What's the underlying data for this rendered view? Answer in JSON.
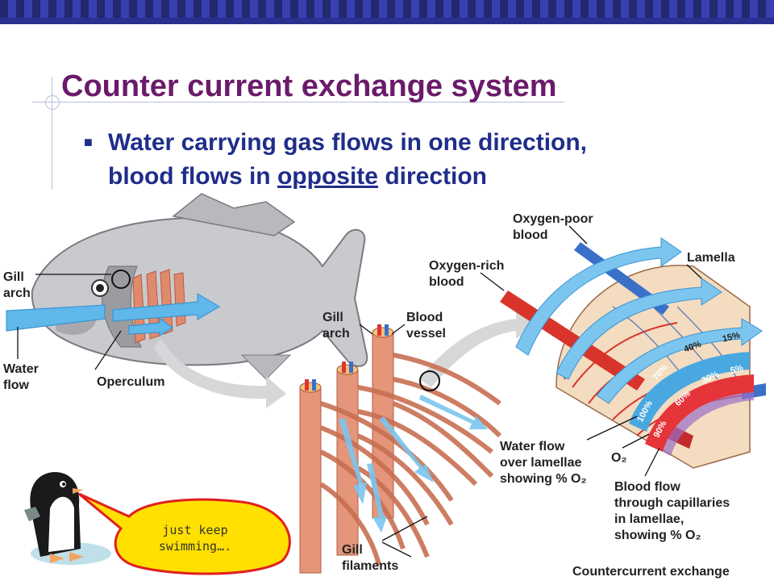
{
  "slide": {
    "title": "Counter current exchange system",
    "bullet_line1": "Water carrying gas flows in one direction,",
    "bullet_line2_pre": "blood flows in ",
    "bullet_line2_emph": "opposite",
    "bullet_line2_post": " direction"
  },
  "labels": {
    "gill_arch_1": "Gill\narch",
    "water_flow": "Water\nflow",
    "operculum": "Operculum",
    "gill_arch_2": "Gill\narch",
    "blood_vessel": "Blood\nvessel",
    "gill_filaments": "Gill\nfilaments",
    "oxygen_poor": "Oxygen-poor\nblood",
    "oxygen_rich": "Oxygen-rich\nblood",
    "lamella": "Lamella",
    "water_flow_lamellae": "Water flow\nover lamellae\nshowing % O₂",
    "o2": "O₂",
    "blood_flow": "Blood flow\nthrough capillaries\nin lamellae,\nshowing % O₂",
    "caption": "Countercurrent exchange"
  },
  "water_percentages": [
    "100%",
    "70%",
    "40%",
    "15%"
  ],
  "blood_percentages": [
    "90%",
    "60%",
    "30%",
    "5%"
  ],
  "speech_bubble": "just keep\nswimming…."
}
